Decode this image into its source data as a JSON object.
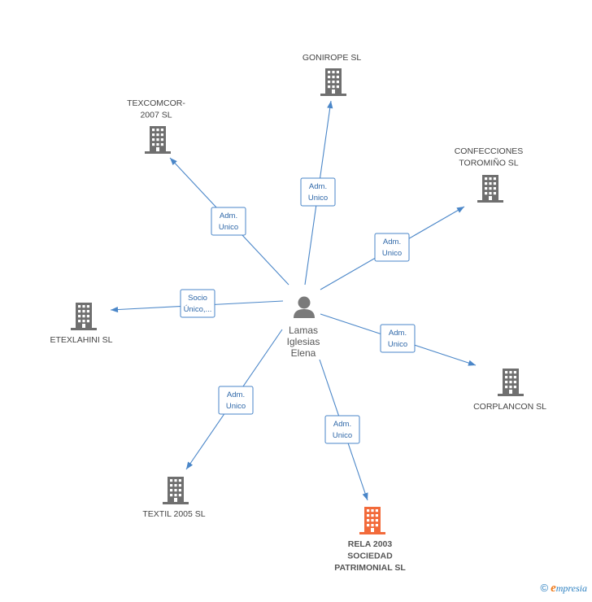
{
  "center": {
    "name_lines": [
      "Lamas",
      "Iglesias",
      "Elena"
    ]
  },
  "nodes": [
    {
      "id": "gonirope",
      "label_lines": [
        "GONIROPE SL"
      ],
      "focus": false,
      "relation": [
        "Adm.",
        "Unico"
      ]
    },
    {
      "id": "texcomcor",
      "label_lines": [
        "TEXCOMCOR-",
        "2007 SL"
      ],
      "focus": false,
      "relation": [
        "Adm.",
        "Unico"
      ]
    },
    {
      "id": "confecciones",
      "label_lines": [
        "CONFECCIONES",
        "TOROMIÑO SL"
      ],
      "focus": false,
      "relation": [
        "Adm.",
        "Unico"
      ]
    },
    {
      "id": "etexlahini",
      "label_lines": [
        "ETEXLAHINI SL"
      ],
      "focus": false,
      "relation": [
        "Socio",
        "Único,..."
      ]
    },
    {
      "id": "corplancon",
      "label_lines": [
        "CORPLANCON SL"
      ],
      "focus": false,
      "relation": [
        "Adm.",
        "Unico"
      ]
    },
    {
      "id": "textil2005",
      "label_lines": [
        "TEXTIL 2005 SL"
      ],
      "focus": false,
      "relation": [
        "Adm.",
        "Unico"
      ]
    },
    {
      "id": "rela2003",
      "label_lines": [
        "RELA 2003",
        "SOCIEDAD",
        "PATRIMONIAL SL"
      ],
      "focus": true,
      "relation": [
        "Adm.",
        "Unico"
      ]
    }
  ],
  "colors": {
    "edge": "#4a86c8",
    "building": "#6f6f6f",
    "focus_building": "#f26a3a",
    "person": "#7a7a7a"
  },
  "footer": {
    "copyright": "©",
    "brand_e": "e",
    "brand_rest": "mpresia"
  }
}
